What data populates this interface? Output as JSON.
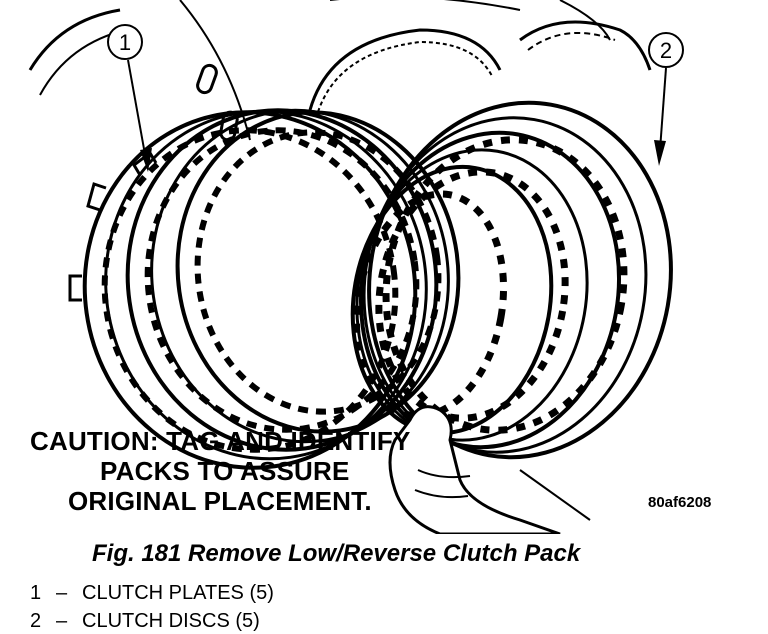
{
  "callouts": [
    {
      "number": "1"
    },
    {
      "number": "2"
    }
  ],
  "caution": {
    "line1": "CAUTION: TAG AND IDENTIFY",
    "line2": "PACKS TO ASSURE",
    "line3": "ORIGINAL PLACEMENT."
  },
  "figure_code": "80af6208",
  "figure_title": "Fig. 181 Remove Low/Reverse Clutch Pack",
  "legend": [
    {
      "number": "1",
      "dash": "–",
      "label": "CLUTCH PLATES (5)"
    },
    {
      "number": "2",
      "dash": "–",
      "label": "CLUTCH DISCS (5)"
    }
  ],
  "colors": {
    "ink": "#000000",
    "paper": "#ffffff"
  }
}
